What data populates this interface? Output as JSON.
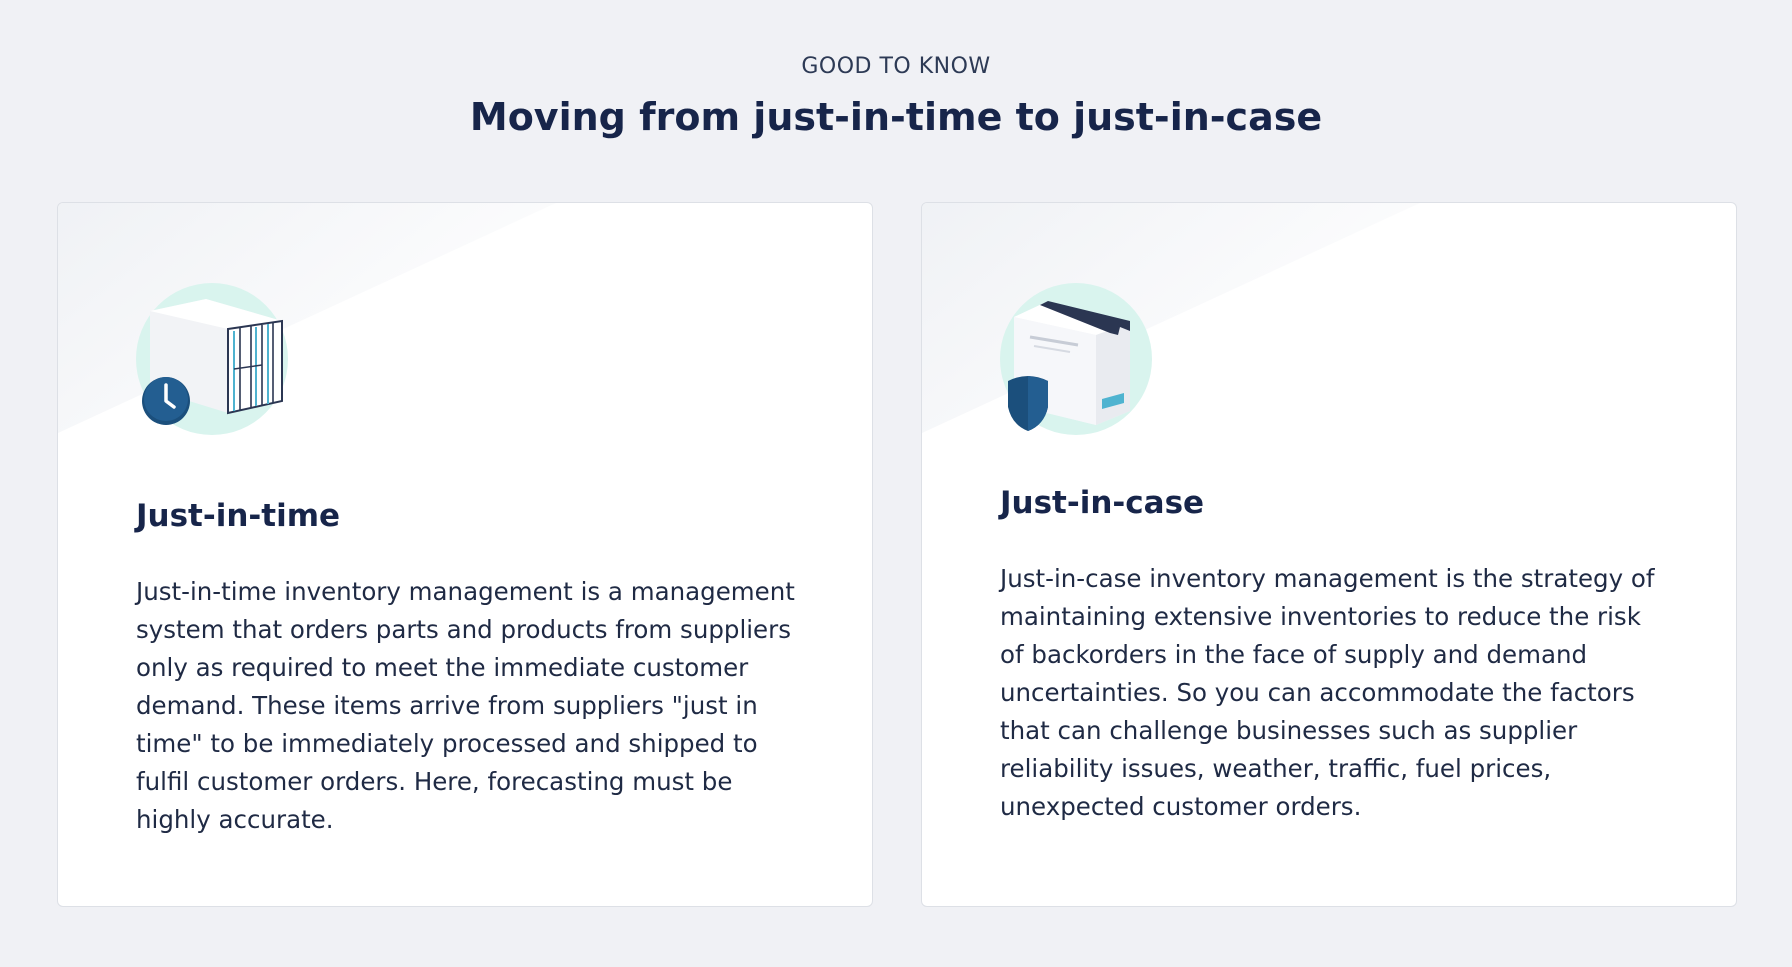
{
  "header": {
    "eyebrow": "GOOD TO KNOW",
    "title": "Moving from just-in-time to just-in-case"
  },
  "cards": [
    {
      "icon": "container-clock-icon",
      "title": "Just-in-time",
      "body": "Just-in-time inventory management is a management system that orders parts and products from suppliers only as required to meet the immediate customer demand. These items arrive from suppliers \"just in time\" to be immediately processed and shipped to fulfil customer orders. Here, forecasting must be highly accurate."
    },
    {
      "icon": "box-shield-icon",
      "title": "Just-in-case",
      "body": "Just-in-case inventory management is the strategy of maintaining extensive inventories to reduce the risk of backorders in the face of supply and demand uncertainties. So you can accommodate the factors that can challenge businesses such as supplier reliability issues, weather, traffic, fuel prices, unexpected customer orders."
    }
  ],
  "colors": {
    "background": "#f0f1f5",
    "card": "#ffffff",
    "heading": "#17254a",
    "accent_mint": "#d9f4ee",
    "accent_navy": "#1f5a8a",
    "accent_teal": "#4fb3d0"
  }
}
